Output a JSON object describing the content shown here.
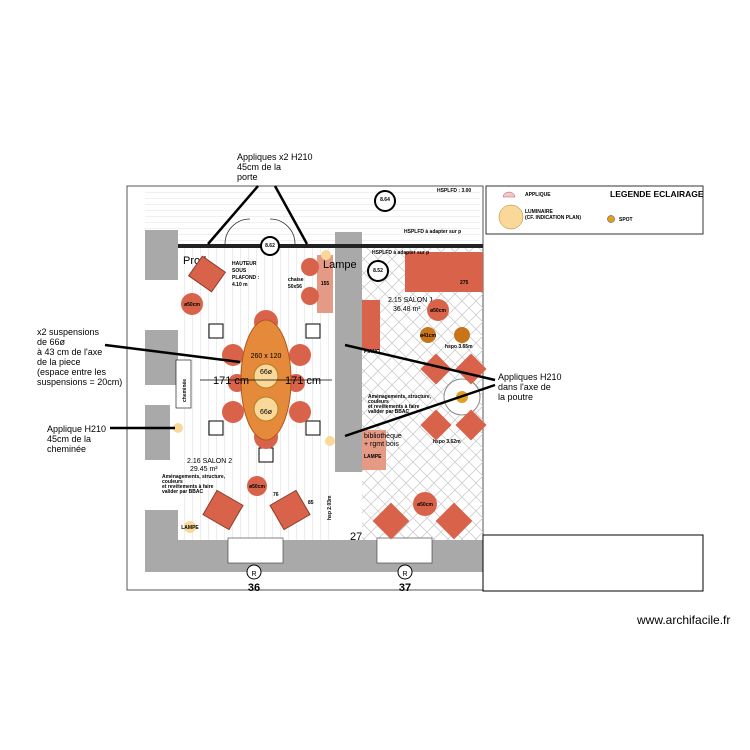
{
  "annotations": {
    "top": [
      "Appliques x2  H210",
      "45cm de la",
      "porte"
    ],
    "left_suspensions": [
      "x2 suspensions",
      "de 66ø",
      "à 43 cm de l'axe",
      "de la piece",
      "(espace entre les",
      "suspensions = 20cm)"
    ],
    "left_applique": [
      "Applique H210",
      "45cm de la",
      "cheminée"
    ],
    "right_appliques": [
      "Appliques H210",
      "dans l'axe de",
      "la poutre"
    ]
  },
  "legend": {
    "title": "LEGENDE ECLAIRAGE",
    "applique": "APPLIQUE",
    "luminaire": [
      "LUMINAIRE",
      "(CF. INDICATION PLAN)"
    ],
    "spot": "SPOT",
    "colors": {
      "applique": "#f3c9c0",
      "luminaire": "#f9d89a",
      "spot": "#e0a020"
    }
  },
  "plan": {
    "hsplfd": "HSPLFD : 3.00",
    "hsplfd_adapt": "HSPLFD à adapter sur p",
    "badge_top": "8.64",
    "badge_door": "8.62",
    "badge_right": "8.52",
    "prod": "Prod",
    "hauteur": [
      "HAUTEUR",
      "SOUS",
      "PLAFOND :",
      "4.10  m"
    ],
    "chaise": [
      "chaise",
      "50x56"
    ],
    "lampe": "Lampe",
    "bench": "155",
    "cheminee": "cheminée",
    "table_size": "260 x 120",
    "pendant_1": "66ø",
    "pendant_2": "66ø",
    "dim_left": "171 cm",
    "dim_right": "171 cm",
    "salon2": [
      "2.16 SALON 2",
      "29.45 m²"
    ],
    "salon2_note": [
      "Aménagements, structure,",
      "couleurs",
      "et revêtements à faire",
      "valider par BBAC"
    ],
    "salon1": [
      "2.15 SALON 1",
      "36.48 m²"
    ],
    "salon1_note": [
      "Aménagements, structure,",
      "couleurs",
      "et revêtements à faire",
      "valider par BBAC"
    ],
    "bibliotheque": [
      "bibliothèque",
      "+ rgmt bois"
    ],
    "sofa_275": "275",
    "lampe_small": "LAMPE",
    "stool_450": "ø50cm",
    "stool_41": "ø41cm",
    "hspo": "hspo 3.65m",
    "hspo2": "hspo 3.62m",
    "hsp_vertical": "hsp 2.03m",
    "dim_76": "76",
    "dim_85": "85",
    "piano": "PIANO",
    "num_27": "27",
    "r_marker": "R",
    "grid_36": "36",
    "grid_37": "37"
  },
  "footer": "www.archifacile.fr"
}
